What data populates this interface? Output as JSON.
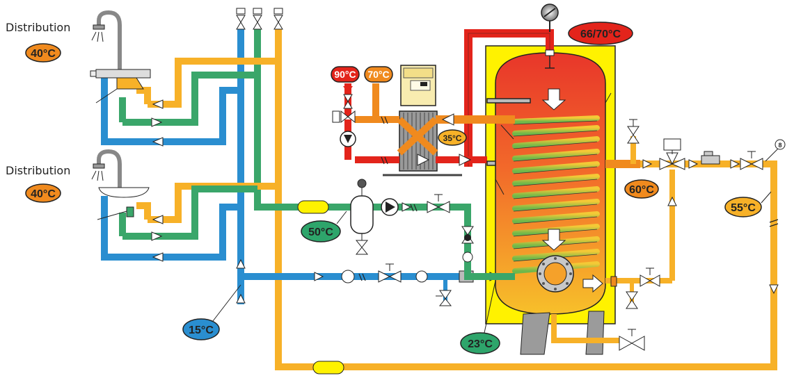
{
  "labels": {
    "distribution_top": "Distribution",
    "distribution_bottom": "Distribution",
    "temp_dist_top": "40°C",
    "temp_dist_bottom": "40°C",
    "temp_primary_hot": "90°C",
    "temp_primary_mid": "70°C",
    "temp_exchanger": "35°C",
    "temp_tank_top": "66/70°C",
    "temp_tank_outlet": "60°C",
    "temp_return": "55°C",
    "temp_recirc": "50°C",
    "temp_cold": "15°C",
    "temp_tank_bottom": "23°C",
    "sensor_number": "8"
  },
  "colors": {
    "hot_red": "#e3241b",
    "orange": "#f08a1e",
    "yellow_pipe": "#f7b128",
    "green_pipe": "#3aa66a",
    "blue_pipe": "#2a8ed0",
    "tank_jacket": "#fff200",
    "teal_badge": "#2ea56b"
  }
}
